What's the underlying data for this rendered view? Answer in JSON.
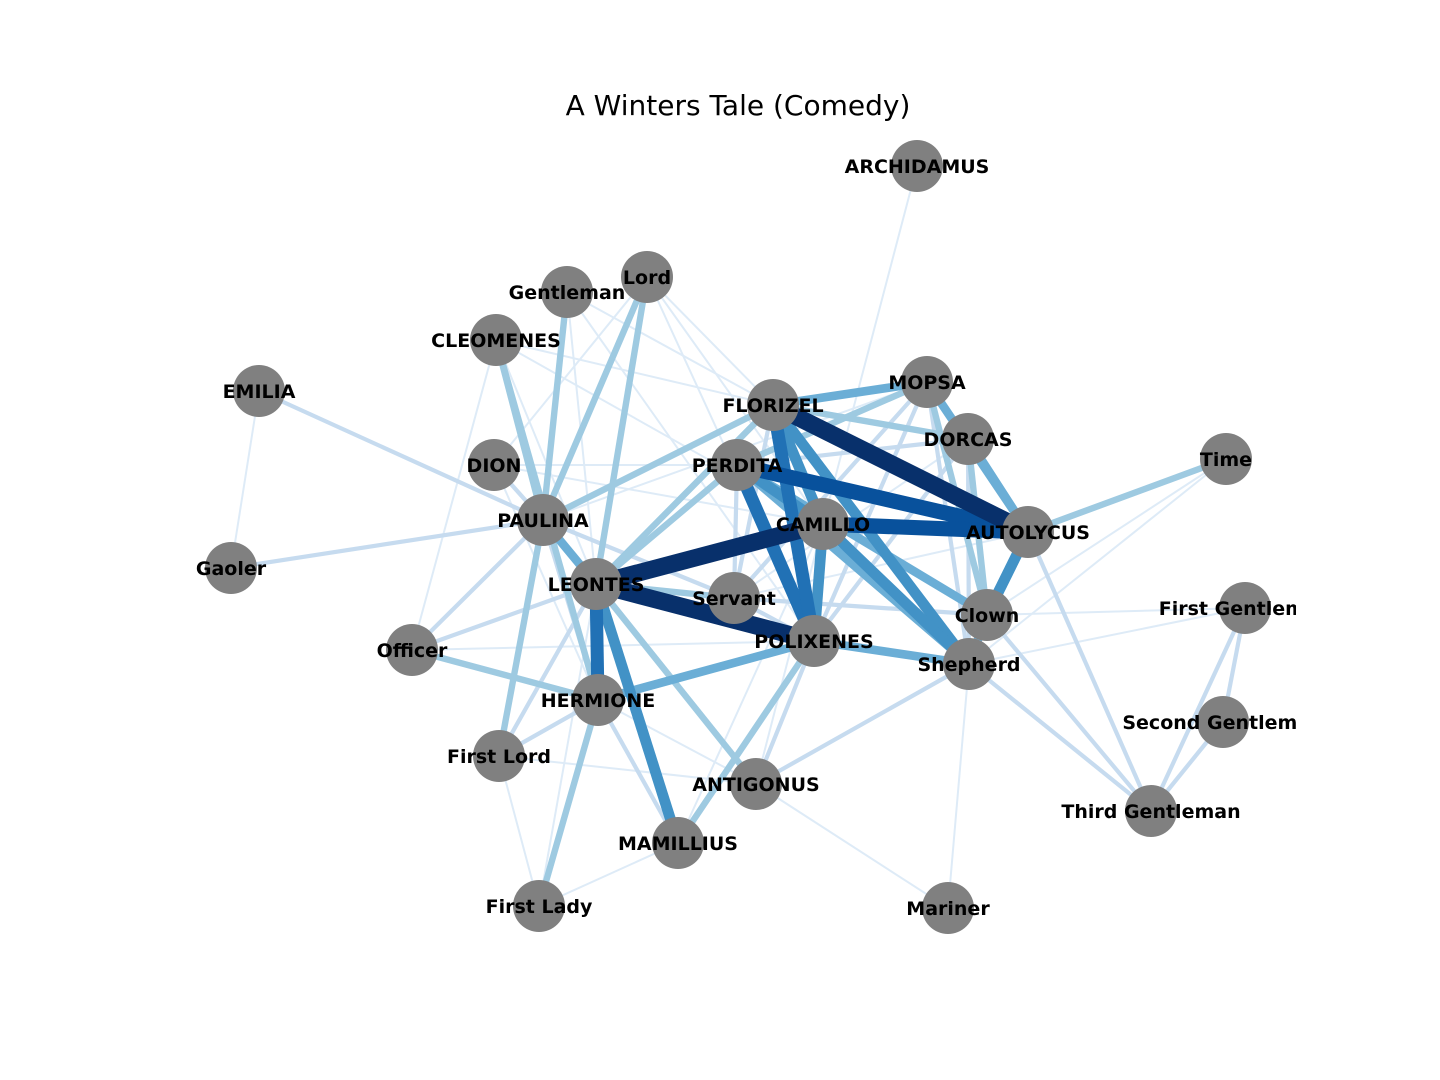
{
  "title": "A Winters Tale (Comedy)",
  "colors": {
    "node_fill": "#808080",
    "edge_scale": [
      "#deebf7",
      "#c6dbef",
      "#9ecae1",
      "#6baed6",
      "#4292c6",
      "#2171b5",
      "#08519c",
      "#08306b"
    ]
  },
  "nodes": [
    {
      "id": "ARCHIDAMUS",
      "label": "ARCHIDAMUS"
    },
    {
      "id": "Lord",
      "label": "Lord"
    },
    {
      "id": "Gentleman",
      "label": "Gentleman"
    },
    {
      "id": "CLEOMENES",
      "label": "CLEOMENES"
    },
    {
      "id": "EMILIA",
      "label": "EMILIA"
    },
    {
      "id": "MOPSA",
      "label": "MOPSA"
    },
    {
      "id": "FLORIZEL",
      "label": "FLORIZEL"
    },
    {
      "id": "DORCAS",
      "label": "DORCAS"
    },
    {
      "id": "Time",
      "label": "Time"
    },
    {
      "id": "DION",
      "label": "DION"
    },
    {
      "id": "PERDITA",
      "label": "PERDITA"
    },
    {
      "id": "PAULINA",
      "label": "PAULINA"
    },
    {
      "id": "CAMILLO",
      "label": "CAMILLO"
    },
    {
      "id": "AUTOLYCUS",
      "label": "AUTOLYCUS"
    },
    {
      "id": "Gaoler",
      "label": "Gaoler"
    },
    {
      "id": "LEONTES",
      "label": "LEONTES"
    },
    {
      "id": "Servant",
      "label": "Servant"
    },
    {
      "id": "Clown",
      "label": "Clown"
    },
    {
      "id": "First Gentleman",
      "label": "First Gentleman"
    },
    {
      "id": "POLIXENES",
      "label": "POLIXENES"
    },
    {
      "id": "Officer",
      "label": "Officer"
    },
    {
      "id": "Shepherd",
      "label": "Shepherd"
    },
    {
      "id": "HERMIONE",
      "label": "HERMIONE"
    },
    {
      "id": "Second Gentleman",
      "label": "Second Gentleman"
    },
    {
      "id": "First Lord",
      "label": "First Lord"
    },
    {
      "id": "ANTIGONUS",
      "label": "ANTIGONUS"
    },
    {
      "id": "Third Gentleman",
      "label": "Third Gentleman"
    },
    {
      "id": "MAMILLIUS",
      "label": "MAMILLIUS"
    },
    {
      "id": "First Lady",
      "label": "First Lady"
    },
    {
      "id": "Mariner",
      "label": "Mariner"
    }
  ],
  "edges": [
    {
      "source": "LEONTES",
      "target": "POLIXENES",
      "weight": 8
    },
    {
      "source": "LEONTES",
      "target": "CAMILLO",
      "weight": 8
    },
    {
      "source": "FLORIZEL",
      "target": "AUTOLYCUS",
      "weight": 8
    },
    {
      "source": "PERDITA",
      "target": "AUTOLYCUS",
      "weight": 7
    },
    {
      "source": "CAMILLO",
      "target": "AUTOLYCUS",
      "weight": 7
    },
    {
      "source": "LEONTES",
      "target": "HERMIONE",
      "weight": 6
    },
    {
      "source": "PERDITA",
      "target": "POLIXENES",
      "weight": 6
    },
    {
      "source": "FLORIZEL",
      "target": "POLIXENES",
      "weight": 6
    },
    {
      "source": "LEONTES",
      "target": "MAMILLIUS",
      "weight": 5
    },
    {
      "source": "FLORIZEL",
      "target": "Shepherd",
      "weight": 5
    },
    {
      "source": "CAMILLO",
      "target": "Shepherd",
      "weight": 5
    },
    {
      "source": "FLORIZEL",
      "target": "CAMILLO",
      "weight": 5
    },
    {
      "source": "PERDITA",
      "target": "CAMILLO",
      "weight": 5
    },
    {
      "source": "AUTOLYCUS",
      "target": "Clown",
      "weight": 5
    },
    {
      "source": "POLIXENES",
      "target": "CAMILLO",
      "weight": 5
    },
    {
      "source": "FLORIZEL",
      "target": "MOPSA",
      "weight": 4
    },
    {
      "source": "HERMIONE",
      "target": "POLIXENES",
      "weight": 4
    },
    {
      "source": "MOPSA",
      "target": "AUTOLYCUS",
      "weight": 4
    },
    {
      "source": "PERDITA",
      "target": "Shepherd",
      "weight": 4
    },
    {
      "source": "Clown",
      "target": "Shepherd",
      "weight": 4
    },
    {
      "source": "DORCAS",
      "target": "AUTOLYCUS",
      "weight": 4
    },
    {
      "source": "PERDITA",
      "target": "Clown",
      "weight": 4
    },
    {
      "source": "LEONTES",
      "target": "PAULINA",
      "weight": 4
    },
    {
      "source": "POLIXENES",
      "target": "Shepherd",
      "weight": 4
    },
    {
      "source": "LEONTES",
      "target": "PERDITA",
      "weight": 3
    },
    {
      "source": "LEONTES",
      "target": "ANTIGONUS",
      "weight": 3
    },
    {
      "source": "POLIXENES",
      "target": "MAMILLIUS",
      "weight": 3
    },
    {
      "source": "LEONTES",
      "target": "Lord",
      "weight": 3
    },
    {
      "source": "PAULINA",
      "target": "Gentleman",
      "weight": 3
    },
    {
      "source": "PAULINA",
      "target": "CLEOMENES",
      "weight": 3
    },
    {
      "source": "PERDITA",
      "target": "MOPSA",
      "weight": 3
    },
    {
      "source": "FLORIZEL",
      "target": "DORCAS",
      "weight": 3
    },
    {
      "source": "MOPSA",
      "target": "Clown",
      "weight": 3
    },
    {
      "source": "DORCAS",
      "target": "Clown",
      "weight": 3
    },
    {
      "source": "LEONTES",
      "target": "FLORIZEL",
      "weight": 3
    },
    {
      "source": "LEONTES",
      "target": "Servant",
      "weight": 3
    },
    {
      "source": "HERMIONE",
      "target": "First Lady",
      "weight": 3
    },
    {
      "source": "PAULINA",
      "target": "First Lord",
      "weight": 3
    },
    {
      "source": "PAULINA",
      "target": "FLORIZEL",
      "weight": 3
    },
    {
      "source": "AUTOLYCUS",
      "target": "Time",
      "weight": 3
    },
    {
      "source": "PAULINA",
      "target": "Lord",
      "weight": 3
    },
    {
      "source": "HERMIONE",
      "target": "Officer",
      "weight": 3
    },
    {
      "source": "HERMIONE",
      "target": "CLEOMENES",
      "weight": 3
    },
    {
      "source": "PERDITA",
      "target": "DORCAS",
      "weight": 2
    },
    {
      "source": "MOPSA",
      "target": "Shepherd",
      "weight": 2
    },
    {
      "source": "DORCAS",
      "target": "Shepherd",
      "weight": 2
    },
    {
      "source": "PAULINA",
      "target": "EMILIA",
      "weight": 2
    },
    {
      "source": "PAULINA",
      "target": "Servant",
      "weight": 2
    },
    {
      "source": "LEONTES",
      "target": "Officer",
      "weight": 2
    },
    {
      "source": "LEONTES",
      "target": "First Lord",
      "weight": 2
    },
    {
      "source": "Shepherd",
      "target": "ANTIGONUS",
      "weight": 2
    },
    {
      "source": "Shepherd",
      "target": "Third Gentleman",
      "weight": 2
    },
    {
      "source": "Clown",
      "target": "Third Gentleman",
      "weight": 2
    },
    {
      "source": "AUTOLYCUS",
      "target": "Third Gentleman",
      "weight": 2
    },
    {
      "source": "First Gentleman",
      "target": "Third Gentleman",
      "weight": 2
    },
    {
      "source": "Second Gentleman",
      "target": "Third Gentleman",
      "weight": 2
    },
    {
      "source": "First Gentleman",
      "target": "Second Gentleman",
      "weight": 2
    },
    {
      "source": "PAULINA",
      "target": "Gaoler",
      "weight": 2
    },
    {
      "source": "ANTIGONUS",
      "target": "Mariner",
      "weight": 1
    },
    {
      "source": "Shepherd",
      "target": "Mariner",
      "weight": 1
    },
    {
      "source": "ARCHIDAMUS",
      "target": "CAMILLO",
      "weight": 1
    },
    {
      "source": "EMILIA",
      "target": "Gaoler",
      "weight": 1
    },
    {
      "source": "Clown",
      "target": "First Gentleman",
      "weight": 1
    },
    {
      "source": "Clown",
      "target": "Time",
      "weight": 1
    },
    {
      "source": "Shepherd",
      "target": "Time",
      "weight": 1
    },
    {
      "source": "Shepherd",
      "target": "First Gentleman",
      "weight": 1
    },
    {
      "source": "DION",
      "target": "HERMIONE",
      "weight": 1
    },
    {
      "source": "DION",
      "target": "PERDITA",
      "weight": 1
    },
    {
      "source": "DION",
      "target": "Lord",
      "weight": 1
    },
    {
      "source": "Gentleman",
      "target": "FLORIZEL",
      "weight": 1
    },
    {
      "source": "Gentleman",
      "target": "POLIXENES",
      "weight": 1
    },
    {
      "source": "Lord",
      "target": "FLORIZEL",
      "weight": 1
    },
    {
      "source": "Lord",
      "target": "POLIXENES",
      "weight": 1
    },
    {
      "source": "CLEOMENES",
      "target": "FLORIZEL",
      "weight": 1
    },
    {
      "source": "CLEOMENES",
      "target": "Officer",
      "weight": 1
    },
    {
      "source": "First Lord",
      "target": "First Lady",
      "weight": 1
    },
    {
      "source": "First Lord",
      "target": "ANTIGONUS",
      "weight": 1
    },
    {
      "source": "MAMILLIUS",
      "target": "First Lady",
      "weight": 1
    },
    {
      "source": "HERMIONE",
      "target": "ANTIGONUS",
      "weight": 1
    },
    {
      "source": "HERMIONE",
      "target": "MAMILLIUS",
      "weight": 2
    },
    {
      "source": "PAULINA",
      "target": "MOPSA",
      "weight": 1
    },
    {
      "source": "Servant",
      "target": "MOPSA",
      "weight": 2
    },
    {
      "source": "Servant",
      "target": "Clown",
      "weight": 2
    },
    {
      "source": "Servant",
      "target": "POLIXENES",
      "weight": 2
    },
    {
      "source": "Servant",
      "target": "DORCAS",
      "weight": 1
    },
    {
      "source": "Servant",
      "target": "AUTOLYCUS",
      "weight": 1
    },
    {
      "source": "PERDITA",
      "target": "Servant",
      "weight": 2
    },
    {
      "source": "FLORIZEL",
      "target": "Servant",
      "weight": 2
    },
    {
      "source": "MOPSA",
      "target": "POLIXENES",
      "weight": 2
    },
    {
      "source": "DORCAS",
      "target": "POLIXENES",
      "weight": 2
    },
    {
      "source": "ANTIGONUS",
      "target": "POLIXENES",
      "weight": 2
    },
    {
      "source": "ANTIGONUS",
      "target": "CAMILLO",
      "weight": 1
    },
    {
      "source": "First Lord",
      "target": "HERMIONE",
      "weight": 2
    },
    {
      "source": "Officer",
      "target": "PAULINA",
      "weight": 2
    },
    {
      "source": "Officer",
      "target": "POLIXENES",
      "weight": 1
    },
    {
      "source": "DION",
      "target": "CAMILLO",
      "weight": 1
    },
    {
      "source": "Lord",
      "target": "CAMILLO",
      "weight": 1
    },
    {
      "source": "CLEOMENES",
      "target": "CAMILLO",
      "weight": 1
    },
    {
      "source": "Gentleman",
      "target": "LEONTES",
      "weight": 1
    },
    {
      "source": "DION",
      "target": "PAULINA",
      "weight": 2
    },
    {
      "source": "CLEOMENES",
      "target": "LEONTES",
      "weight": 1
    },
    {
      "source": "HERMIONE",
      "target": "PAULINA",
      "weight": 2
    },
    {
      "source": "MAMILLIUS",
      "target": "CAMILLO",
      "weight": 1
    },
    {
      "source": "First Lady",
      "target": "LEONTES",
      "weight": 1
    }
  ]
}
